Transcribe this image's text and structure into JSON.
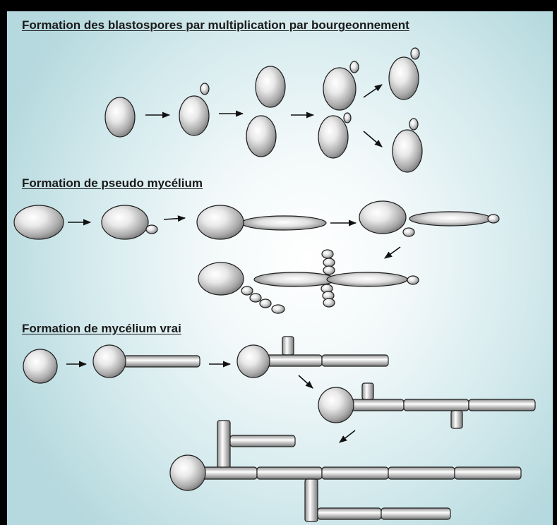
{
  "sections": [
    {
      "title": "Formation des blastospores par multiplication par bourgeonnement"
    },
    {
      "title": "Formation de pseudo mycélium"
    },
    {
      "title": "Formation de mycélium vrai"
    }
  ],
  "colors": {
    "cell_highlight": "#ffffff",
    "cell_shadow": "#6e6e6e",
    "outline": "#1e1e1e",
    "arrow": "#111111",
    "background_center": "#ffffff",
    "background_edge": "#b5d9de"
  }
}
